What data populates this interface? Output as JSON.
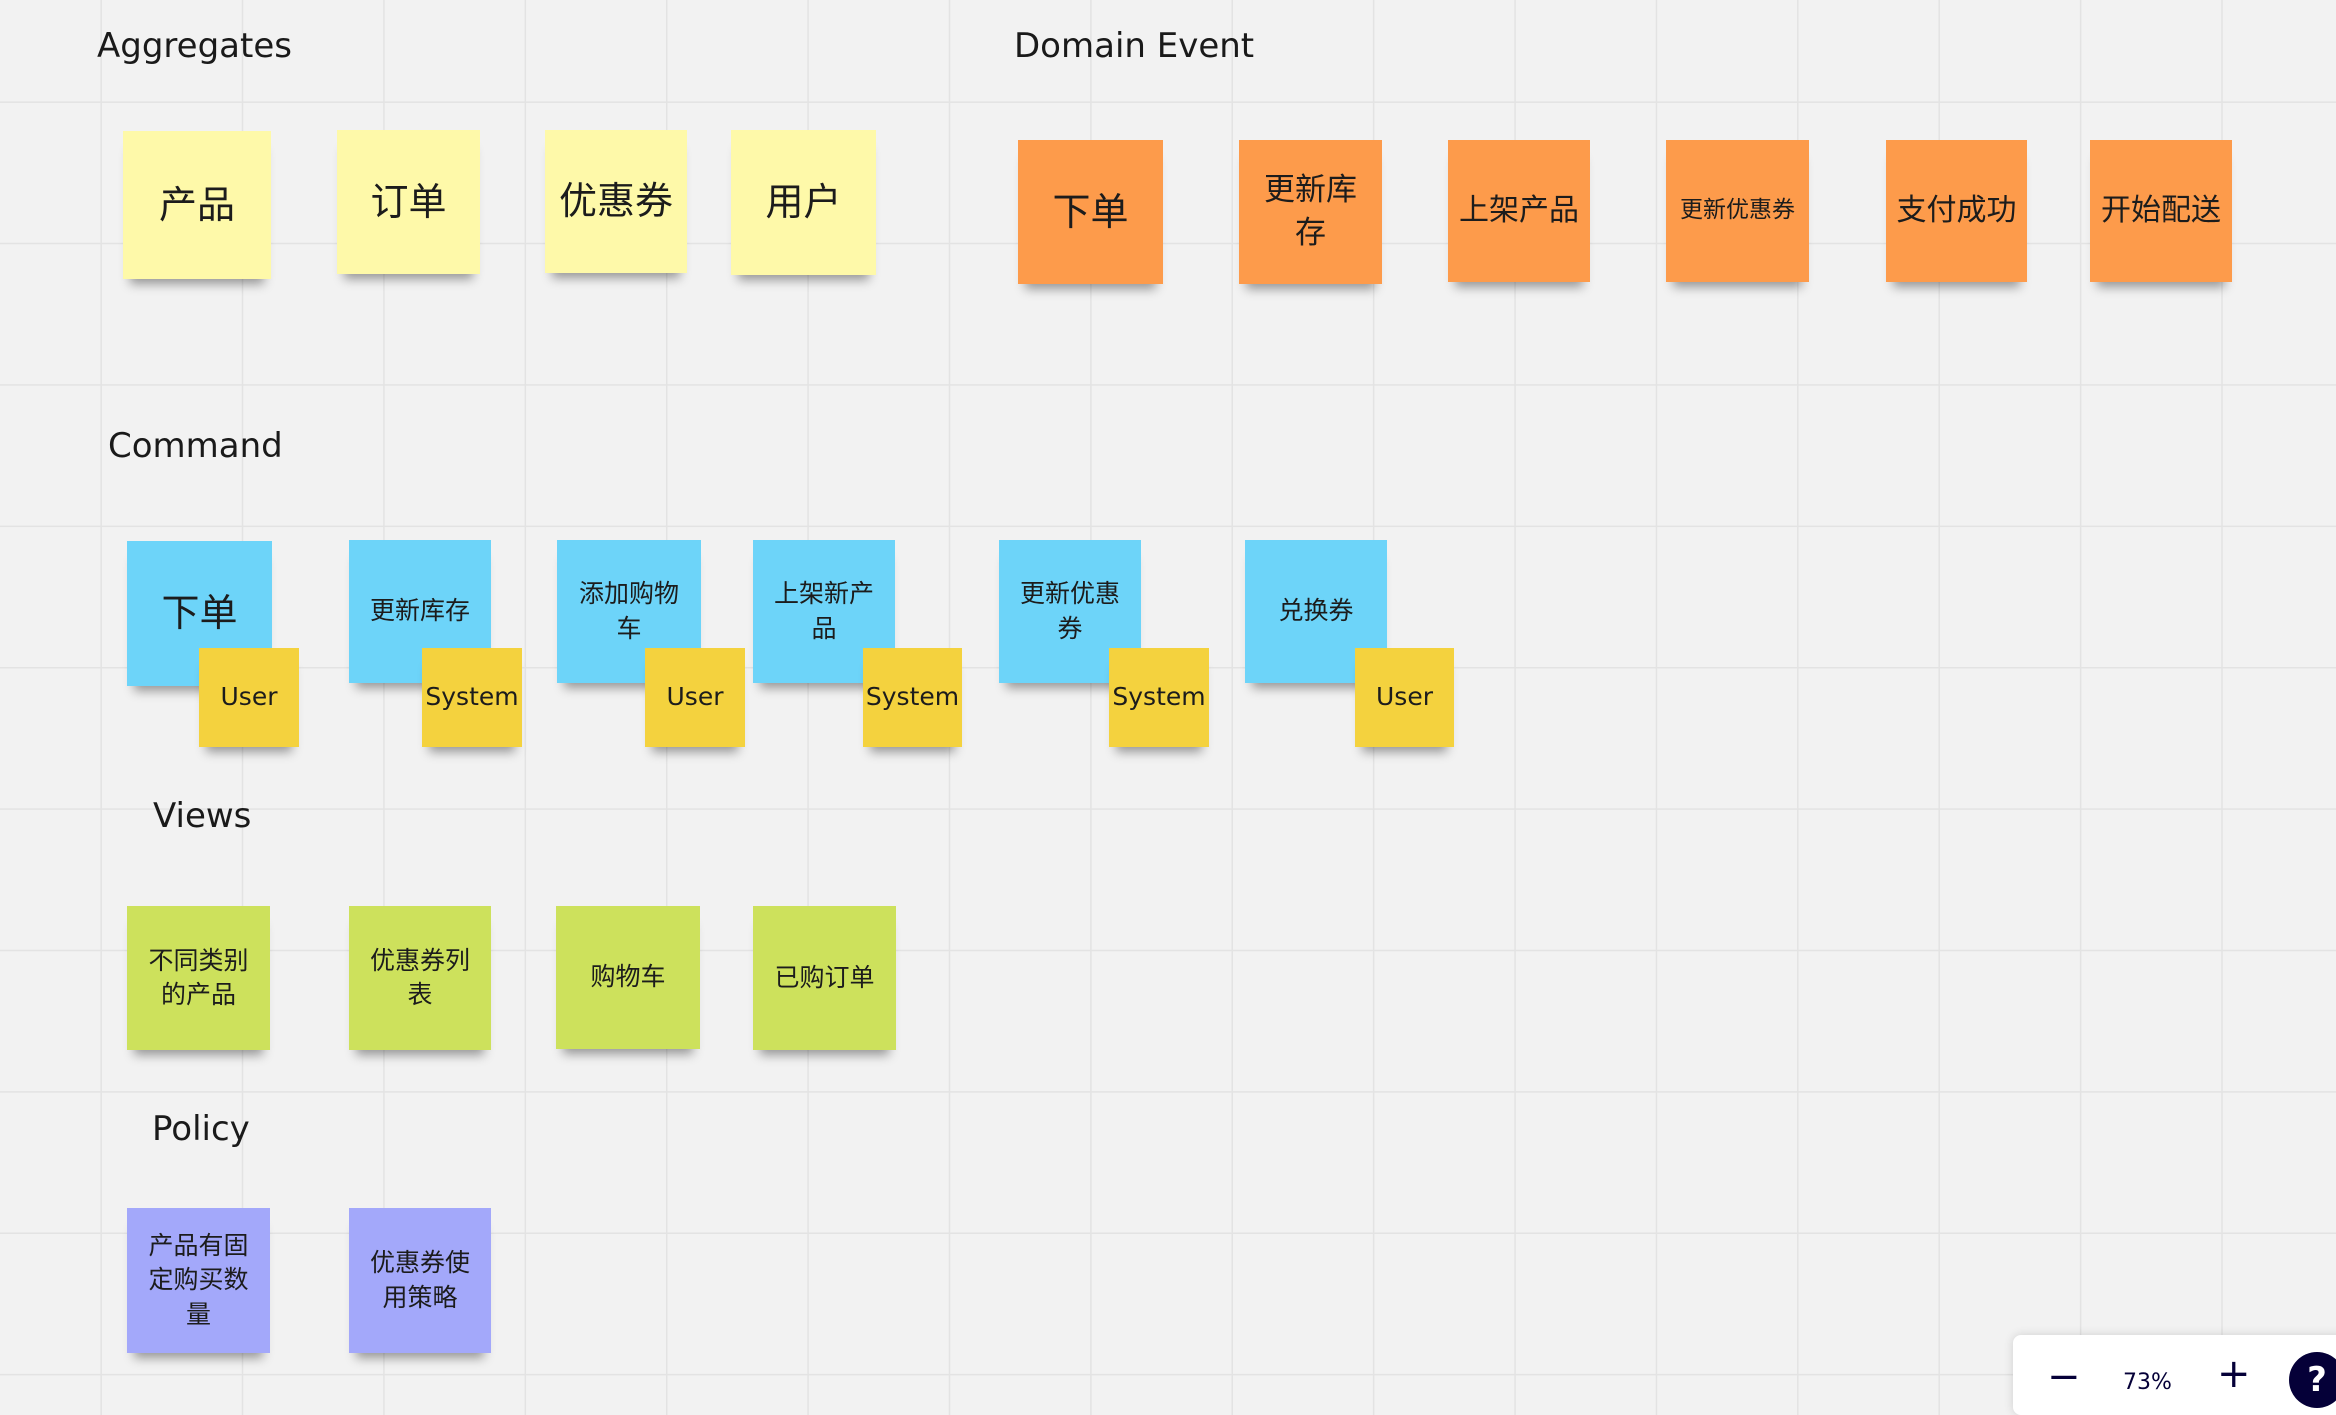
{
  "headings": {
    "aggregates": "Aggregates",
    "domain_event": "Domain Event",
    "command": "Command",
    "views": "Views",
    "policy": "Policy"
  },
  "aggregates": [
    "产品",
    "订单",
    "优惠券",
    "用户"
  ],
  "domain_events": [
    "下单",
    "更新库存",
    "上架产品",
    "更新优惠券",
    "支付成功",
    "开始配送"
  ],
  "commands": [
    {
      "label": "下单",
      "actor": "User"
    },
    {
      "label": "更新库存",
      "actor": "System"
    },
    {
      "label": "添加购物车",
      "actor": "User"
    },
    {
      "label": "上架新产品",
      "actor": "System"
    },
    {
      "label": "更新优惠券",
      "actor": "System"
    },
    {
      "label": "兑换券",
      "actor": "User"
    }
  ],
  "views": [
    "不同类别的产品",
    "优惠券列表",
    "购物车",
    "已购订单"
  ],
  "policies": [
    "产品有固定购买数量",
    "优惠券使用策略"
  ],
  "zoom": {
    "minus": "−",
    "level": "73%",
    "plus": "+",
    "help": "?"
  },
  "colors": {
    "aggregate": "#fef9a9",
    "domain_event": "#fd9b4b",
    "command": "#6dd4f9",
    "actor": "#f4d23e",
    "view": "#cde15c",
    "policy": "#a3a8fa"
  }
}
